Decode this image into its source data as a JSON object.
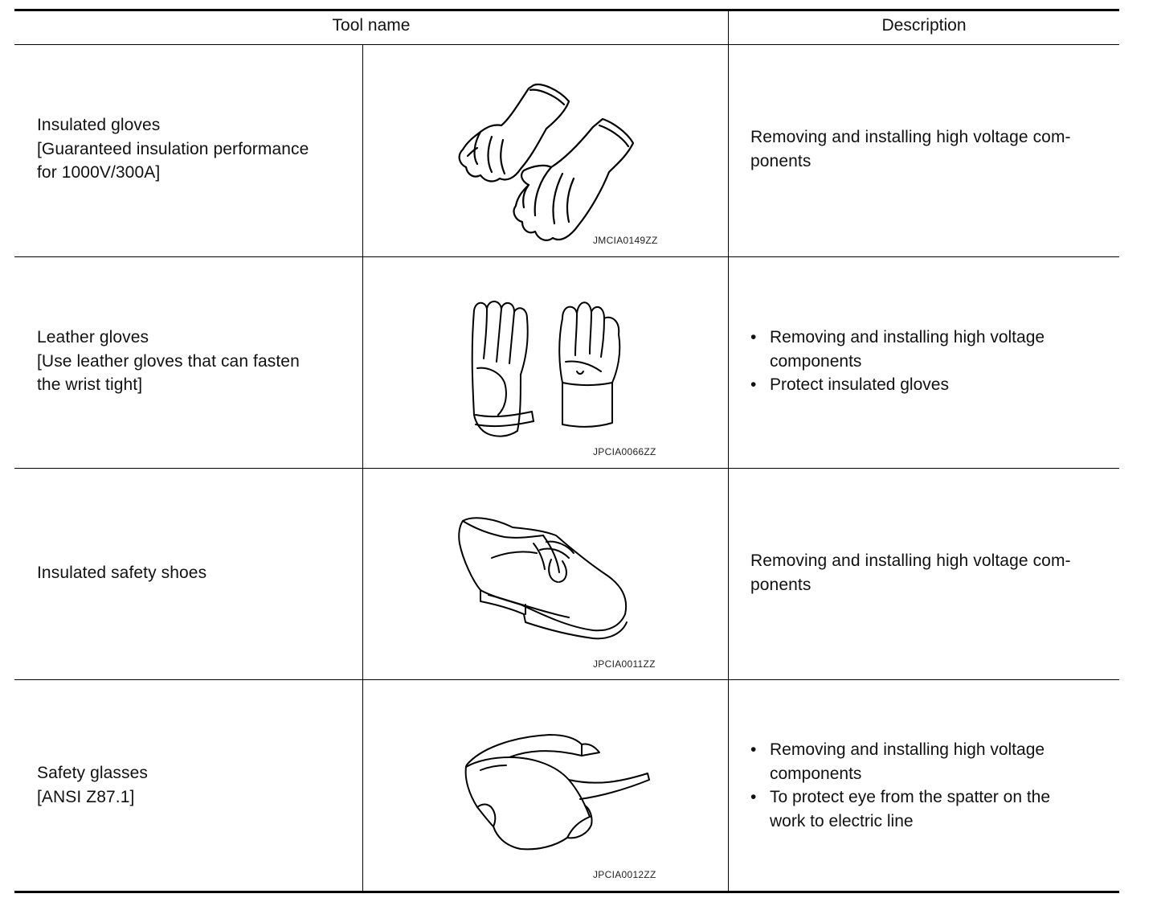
{
  "header": {
    "tool_name": "Tool name",
    "description": "Description"
  },
  "rows": [
    {
      "name": "Insulated gloves\n[Guaranteed insulation performance\nfor 1000V/300A]",
      "figure_code": "JMCIA0149ZZ",
      "icon": "insulated-gloves-icon",
      "description": "Removing and installing high voltage com-\nponents"
    },
    {
      "name": "Leather gloves\n[Use leather gloves that can fasten\nthe wrist tight]",
      "figure_code": "JPCIA0066ZZ",
      "icon": "leather-gloves-icon",
      "description_items": [
        "Removing and installing high voltage\ncomponents",
        "Protect insulated gloves"
      ]
    },
    {
      "name": "Insulated safety shoes",
      "figure_code": "JPCIA0011ZZ",
      "icon": "safety-shoe-icon",
      "description": "Removing and installing high voltage com-\nponents"
    },
    {
      "name": "Safety glasses\n[ANSI Z87.1]",
      "figure_code": "JPCIA0012ZZ",
      "icon": "safety-glasses-icon",
      "description_items": [
        "Removing and installing high voltage\ncomponents",
        "To protect eye from the spatter on the\nwork to electric line"
      ]
    }
  ],
  "bullet_char": "•",
  "colors": {
    "rule": "#000000",
    "text": "#111111",
    "background": "#ffffff"
  }
}
